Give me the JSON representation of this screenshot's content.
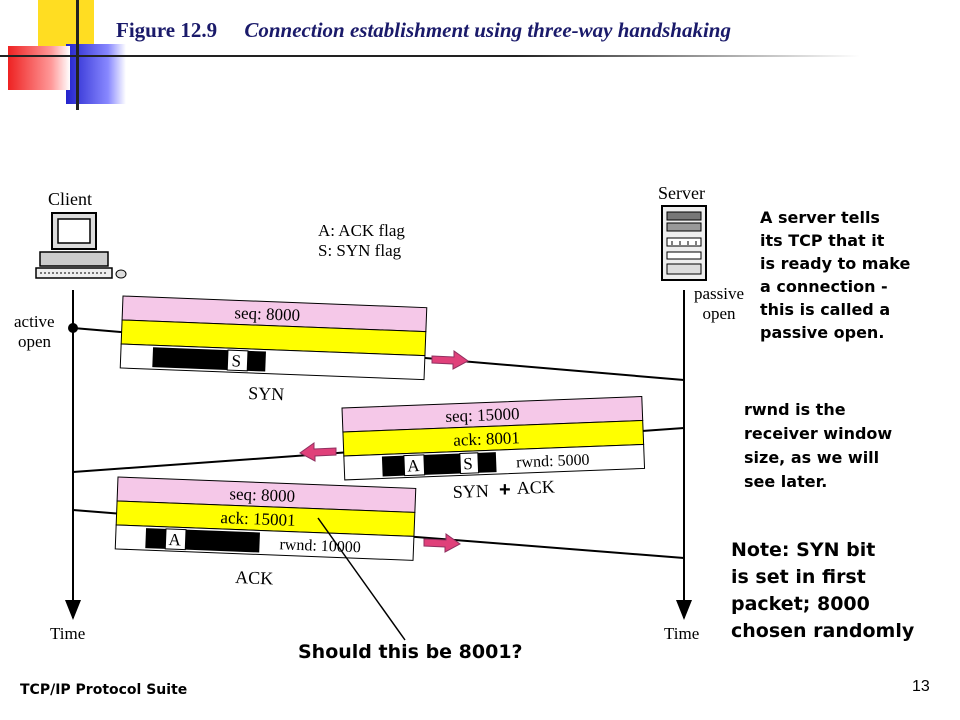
{
  "title": {
    "figure_number": "Figure 12.9",
    "caption": "Connection establishment using three-way handshaking"
  },
  "client": {
    "label": "Client",
    "state_line1": "active",
    "state_line2": "open",
    "time_label": "Time"
  },
  "server": {
    "label": "Server",
    "state_line1": "passive",
    "state_line2": "open",
    "time_label": "Time"
  },
  "legend": {
    "line1": "A: ACK flag",
    "line2": "S: SYN flag"
  },
  "segments": {
    "syn": {
      "seq": "seq: 8000",
      "flag_s": "S",
      "label": "SYN"
    },
    "synack": {
      "seq": "seq: 15000",
      "ack": "ack: 8001",
      "flag_a": "A",
      "flag_s": "S",
      "rwnd": "rwnd: 5000",
      "label_left": "SYN",
      "plus": "+",
      "label_right": "ACK"
    },
    "ack": {
      "seq": "seq: 8000",
      "ack": "ack: 15001",
      "flag_a": "A",
      "rwnd": "rwnd: 10000",
      "label": "ACK"
    }
  },
  "notes": {
    "passive": [
      "A server tells",
      "its TCP that it",
      "is ready to make",
      "a connection -",
      "this is called a",
      "passive open."
    ],
    "rwnd": [
      "rwnd is the",
      "receiver window",
      "size, as we will",
      "see later."
    ],
    "syn_bit": [
      "Note: SYN bit",
      "is set in first",
      "packet; 8000",
      "chosen randomly"
    ],
    "question": "Should this be 8001?"
  },
  "footer": {
    "left": "TCP/IP Protocol Suite",
    "page": "13"
  },
  "colors": {
    "seq_band": "#f5c8e8",
    "ack_band": "#ffff00",
    "arrow": "#e0407a",
    "title": "#1a1a6a"
  }
}
